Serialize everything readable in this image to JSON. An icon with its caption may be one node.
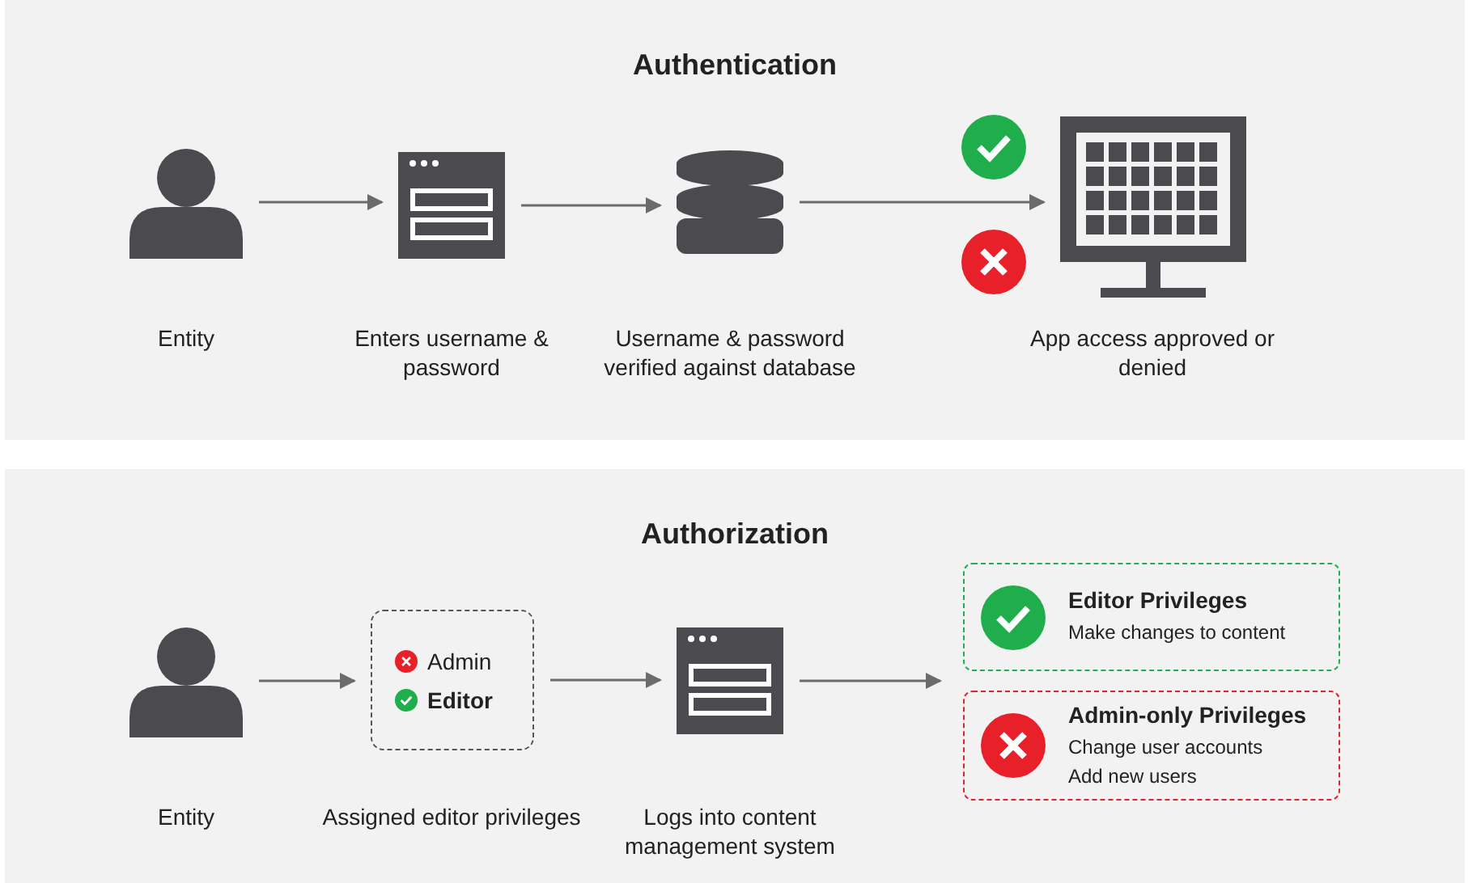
{
  "diagram": {
    "nodes": [
      {
        "text": [
          "Authentication"
        ]
      },
      {
        "text": [],
        "shape": "person",
        "in": 0,
        "beside": [
          "Entity"
        ]
      },
      {
        "text": [],
        "shape": "picture",
        "in": 0,
        "beside": [
          "Enters username & password"
        ]
      },
      {
        "text": [],
        "shape": "cylinder",
        "in": 0,
        "beside": [
          "Username & password verified against database"
        ]
      },
      {
        "text": [],
        "shape": "picture",
        "in": 0,
        "beside": [
          "App access approved or denied"
        ]
      },
      {
        "text": [
          "Authorization"
        ]
      },
      {
        "text": [],
        "shape": "person",
        "in": 5,
        "beside": [
          "Entity"
        ]
      },
      {
        "text": [
          "Admin",
          "Editor"
        ],
        "in": 5,
        "beside": [
          "Assigned editor privileges"
        ]
      },
      {
        "text": [],
        "shape": "picture",
        "in": 5,
        "beside": [
          "Logs into content management system"
        ]
      },
      {
        "text": [
          "Editor Privileges",
          "Make changes to content"
        ],
        "in": 5
      },
      {
        "text": [
          "Admin-only Privileges",
          "Change user accounts",
          "Add new users"
        ],
        "in": 5
      }
    ],
    "edges": [
      {
        "from": 1,
        "to": 2,
        "arrow": "to"
      },
      {
        "from": 2,
        "to": 3,
        "arrow": "to"
      },
      {
        "from": 3,
        "to": 4,
        "arrow": "to"
      },
      {
        "from": 6,
        "to": 7,
        "arrow": "to"
      },
      {
        "from": 7,
        "to": 8,
        "arrow": "to"
      },
      {
        "from": 8,
        "to": 9,
        "arrow": "to"
      }
    ]
  }
}
